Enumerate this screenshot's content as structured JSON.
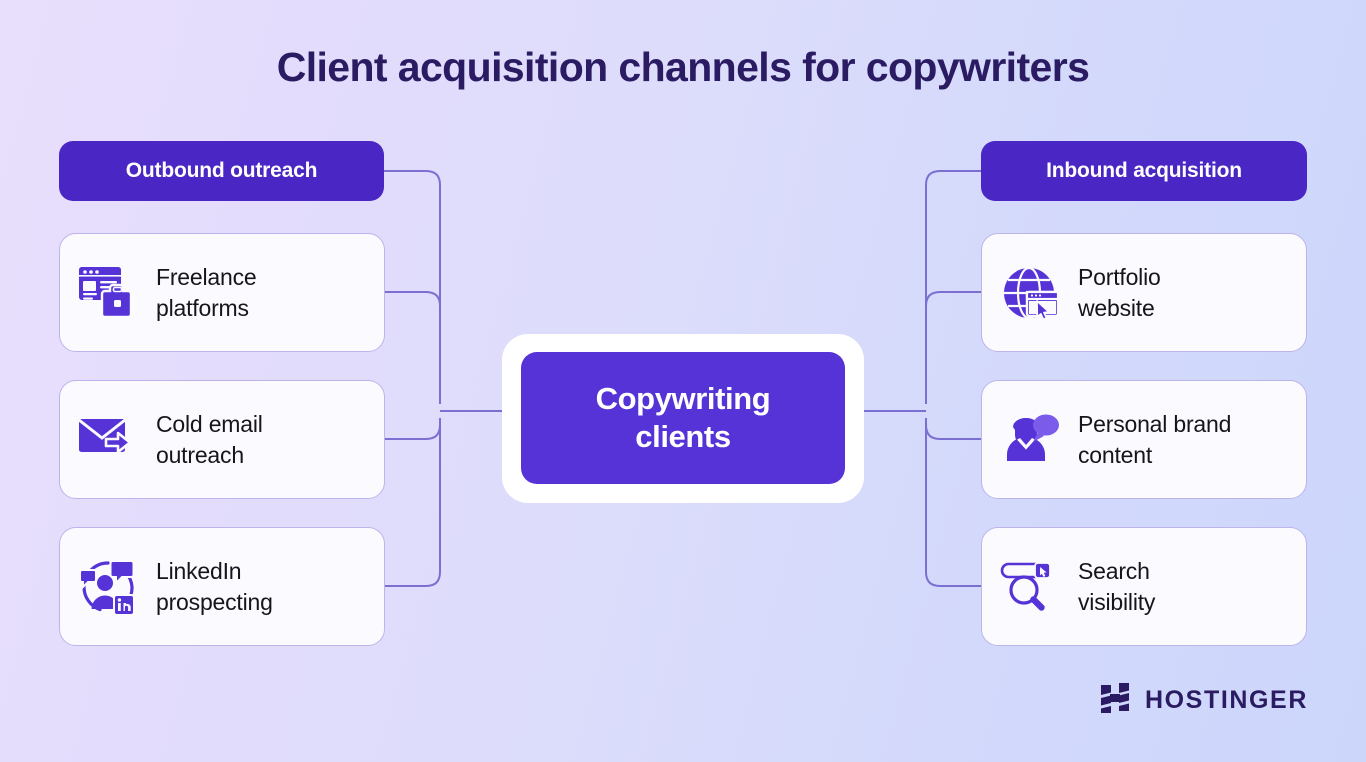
{
  "title": "Client acquisition channels for copywriters",
  "center": {
    "label": "Copywriting clients",
    "line1": "Copywriting",
    "line2": "clients",
    "color": "#5533d6"
  },
  "branches": {
    "left": {
      "header": "Outbound outreach",
      "header_color": "#4a27c4",
      "items": [
        {
          "label_line1": "Freelance",
          "label_line2": "platforms",
          "label": "Freelance platforms",
          "icon": "browser-briefcase-icon"
        },
        {
          "label_line1": "Cold email",
          "label_line2": "outreach",
          "label": "Cold email outreach",
          "icon": "envelope-arrow-icon"
        },
        {
          "label_line1": "LinkedIn",
          "label_line2": "prospecting",
          "label": "LinkedIn prospecting",
          "icon": "linkedin-person-chat-icon"
        }
      ]
    },
    "right": {
      "header": "Inbound acquisition",
      "header_color": "#4a27c4",
      "items": [
        {
          "label_line1": "Portfolio",
          "label_line2": "website",
          "label": "Portfolio website",
          "icon": "globe-browser-cursor-icon"
        },
        {
          "label_line1": "Personal brand",
          "label_line2": "content",
          "label": "Personal brand content",
          "icon": "person-speech-bubble-icon"
        },
        {
          "label_line1": "Search",
          "label_line2": "visibility",
          "label": "Search visibility",
          "icon": "search-bar-magnifier-icon"
        }
      ]
    }
  },
  "brand": {
    "name": "HOSTINGER",
    "logo": "hostinger-h-logo"
  },
  "theme": {
    "accent": "#5533d6",
    "accent_dark": "#4a27c4",
    "title_color": "#2b1b63",
    "card_bg": "#fbfaff",
    "card_border": "#bdb4ea",
    "connector": "#7c6fd2",
    "bg_from": "#e8dffc",
    "bg_to": "#ccd6fb"
  }
}
